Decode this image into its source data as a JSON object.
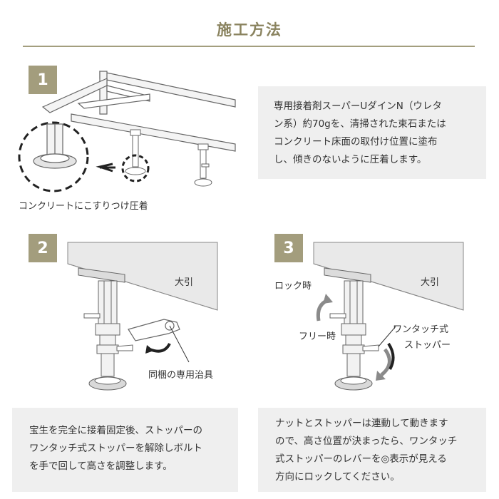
{
  "header": {
    "title": "施工方法"
  },
  "steps": [
    {
      "number": "1",
      "caption": "コンクリートにこすりつけ圧着",
      "description_lines": [
        "専用接着剤スーパーUダインN（ウレタ",
        "ン系）約70gを、清掃された束石または",
        "コンクリート床面の取付け位置に塗布",
        "し、傾きのないように圧着します。"
      ]
    },
    {
      "number": "2",
      "beam_label": "大引",
      "tool_label": "同梱の専用治具",
      "description_lines": [
        "宝生を完全に接着固定後、ストッパーの",
        "ワンタッチ式ストッパーを解除しボルト",
        "を手で回して高さを調整します。"
      ]
    },
    {
      "number": "3",
      "beam_label": "大引",
      "lock_label": "ロック時",
      "free_label": "フリー時",
      "stopper_label_line1": "ワンタッチ式",
      "stopper_label_line2": "ストッパー",
      "description_lines": [
        "ナットとストッパーは連動して動きます",
        "ので、高さ位置が決まったら、ワンタッチ",
        "式ストッパーのレバーを◎表示が見える",
        "方向にロックしてください。"
      ]
    }
  ],
  "colors": {
    "accent": "#a39d7d",
    "title": "#8a835f",
    "note_bg": "#efefef",
    "line": "#666666"
  }
}
